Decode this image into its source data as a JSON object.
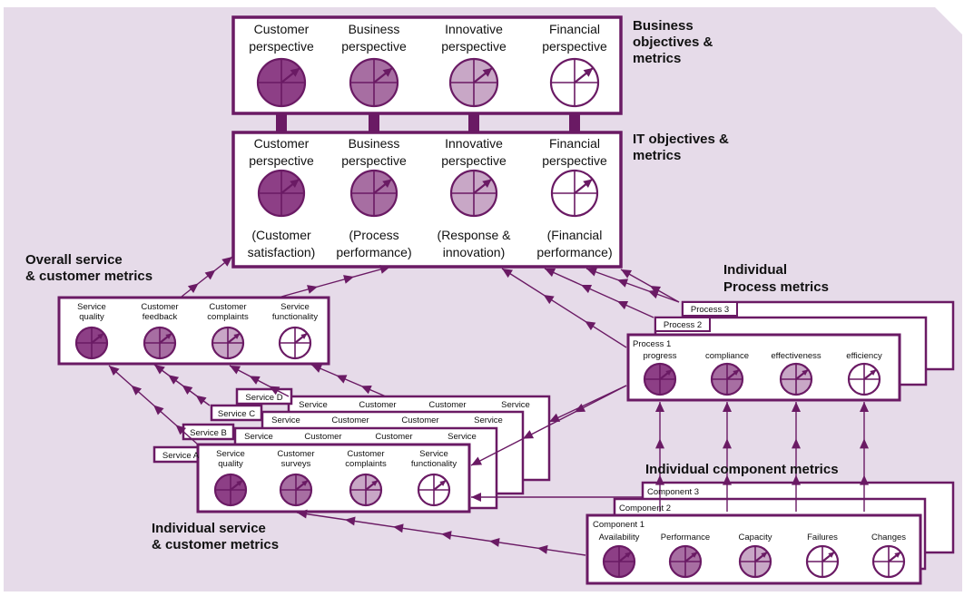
{
  "colors": {
    "background": "#e6dbe9",
    "frame": "#6a1a64",
    "arrow": "#6a1a64",
    "fill_dark": "#8d3f86",
    "fill_medium": "#a76ea2",
    "fill_light": "#c8a7c6",
    "fill_white": "#ffffff"
  },
  "headings": {
    "business_objectives": [
      "Business",
      "objectives &",
      "metrics"
    ],
    "it_objectives": [
      "IT objectives &",
      "metrics"
    ],
    "overall_service": [
      "Overall service",
      "& customer metrics"
    ],
    "individual_process": [
      "Individual",
      "Process metrics"
    ],
    "individual_component": "Individual component metrics",
    "individual_service": [
      "Individual service",
      "& customer metrics"
    ]
  },
  "business_box": {
    "perspectives": [
      {
        "label": [
          "Customer",
          "perspective"
        ],
        "fill": "dark"
      },
      {
        "label": [
          "Business",
          "perspective"
        ],
        "fill": "medium"
      },
      {
        "label": [
          "Innovative",
          "perspective"
        ],
        "fill": "light"
      },
      {
        "label": [
          "Financial",
          "perspective"
        ],
        "fill": "white"
      }
    ]
  },
  "it_box": {
    "perspectives": [
      {
        "label": [
          "Customer",
          "perspective"
        ],
        "fill": "dark",
        "sub": [
          "(Customer",
          "satisfaction)"
        ]
      },
      {
        "label": [
          "Business",
          "perspective"
        ],
        "fill": "medium",
        "sub": [
          "(Process",
          "performance)"
        ]
      },
      {
        "label": [
          "Innovative",
          "perspective"
        ],
        "fill": "light",
        "sub": [
          "(Response &",
          "innovation)"
        ]
      },
      {
        "label": [
          "Financial",
          "perspective"
        ],
        "fill": "white",
        "sub": [
          "(Financial",
          "performance)"
        ]
      }
    ]
  },
  "overall_service_box": {
    "metrics": [
      {
        "label": [
          "Service",
          "quality"
        ],
        "fill": "dark"
      },
      {
        "label": [
          "Customer",
          "feedback"
        ],
        "fill": "medium"
      },
      {
        "label": [
          "Customer",
          "complaints"
        ],
        "fill": "light"
      },
      {
        "label": [
          "Service",
          "functionality"
        ],
        "fill": "white"
      }
    ]
  },
  "service_stack": {
    "tabs": [
      "Service D",
      "Service C",
      "Service B",
      "Service A"
    ],
    "back_headers": [
      "Service",
      "Customer",
      "Customer",
      "Service"
    ],
    "metrics": [
      {
        "label": [
          "Service",
          "quality"
        ],
        "fill": "dark"
      },
      {
        "label": [
          "Customer",
          "surveys"
        ],
        "fill": "medium"
      },
      {
        "label": [
          "Customer",
          "complaints"
        ],
        "fill": "light"
      },
      {
        "label": [
          "Service",
          "functionality"
        ],
        "fill": "white"
      }
    ]
  },
  "process_stack": {
    "tabs": [
      "Process 3",
      "Process 2",
      "Process 1"
    ],
    "metrics": [
      {
        "label": "progress",
        "fill": "dark"
      },
      {
        "label": "compliance",
        "fill": "medium"
      },
      {
        "label": "effectiveness",
        "fill": "light"
      },
      {
        "label": "efficiency",
        "fill": "white"
      }
    ]
  },
  "component_stack": {
    "tabs": [
      "Component 3",
      "Component 2",
      "Component 1"
    ],
    "metrics": [
      {
        "label": "Availability",
        "fill": "dark"
      },
      {
        "label": "Performance",
        "fill": "medium"
      },
      {
        "label": "Capacity",
        "fill": "light"
      },
      {
        "label": "Failures",
        "fill": "white"
      },
      {
        "label": "Changes",
        "fill": "white"
      }
    ]
  }
}
